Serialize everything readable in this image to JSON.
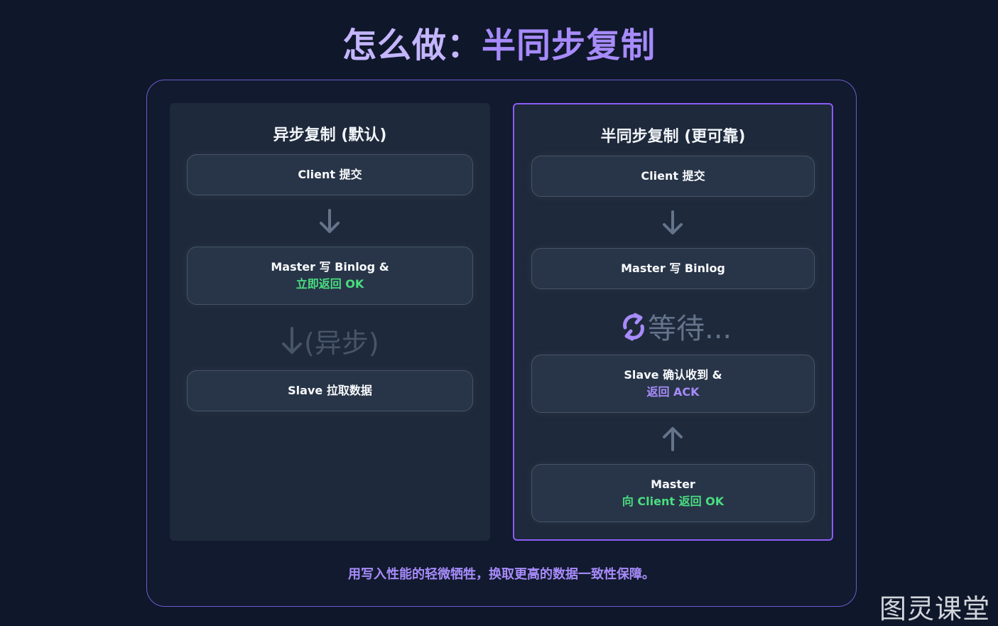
{
  "title": {
    "part1": "怎么做：",
    "part2": "半同步复制"
  },
  "left": {
    "title": "异步复制 (默认)",
    "step1": "Client 提交",
    "step2_line1": "Master 写 Binlog &",
    "step2_line2": "立即返回 OK",
    "async_label": "(异步)",
    "step3": "Slave 拉取数据"
  },
  "right": {
    "title": "半同步复制 (更可靠)",
    "step1": "Client 提交",
    "step2": "Master 写 Binlog",
    "wait_label": "等待...",
    "step3_line1": "Slave 确认收到 &",
    "step3_line2": "返回 ACK",
    "step4_line1": "Master",
    "step4_line2": "向 Client 返回 OK"
  },
  "footer": "用写入性能的轻微牺牲，换取更高的数据一致性保障。",
  "watermark": "图灵课堂",
  "colors": {
    "accent": "#a78bfa",
    "ok": "#4ade80",
    "border": "#8b5cf6"
  },
  "icons": [
    "arrow-down-icon",
    "arrow-up-icon",
    "sync-icon"
  ]
}
